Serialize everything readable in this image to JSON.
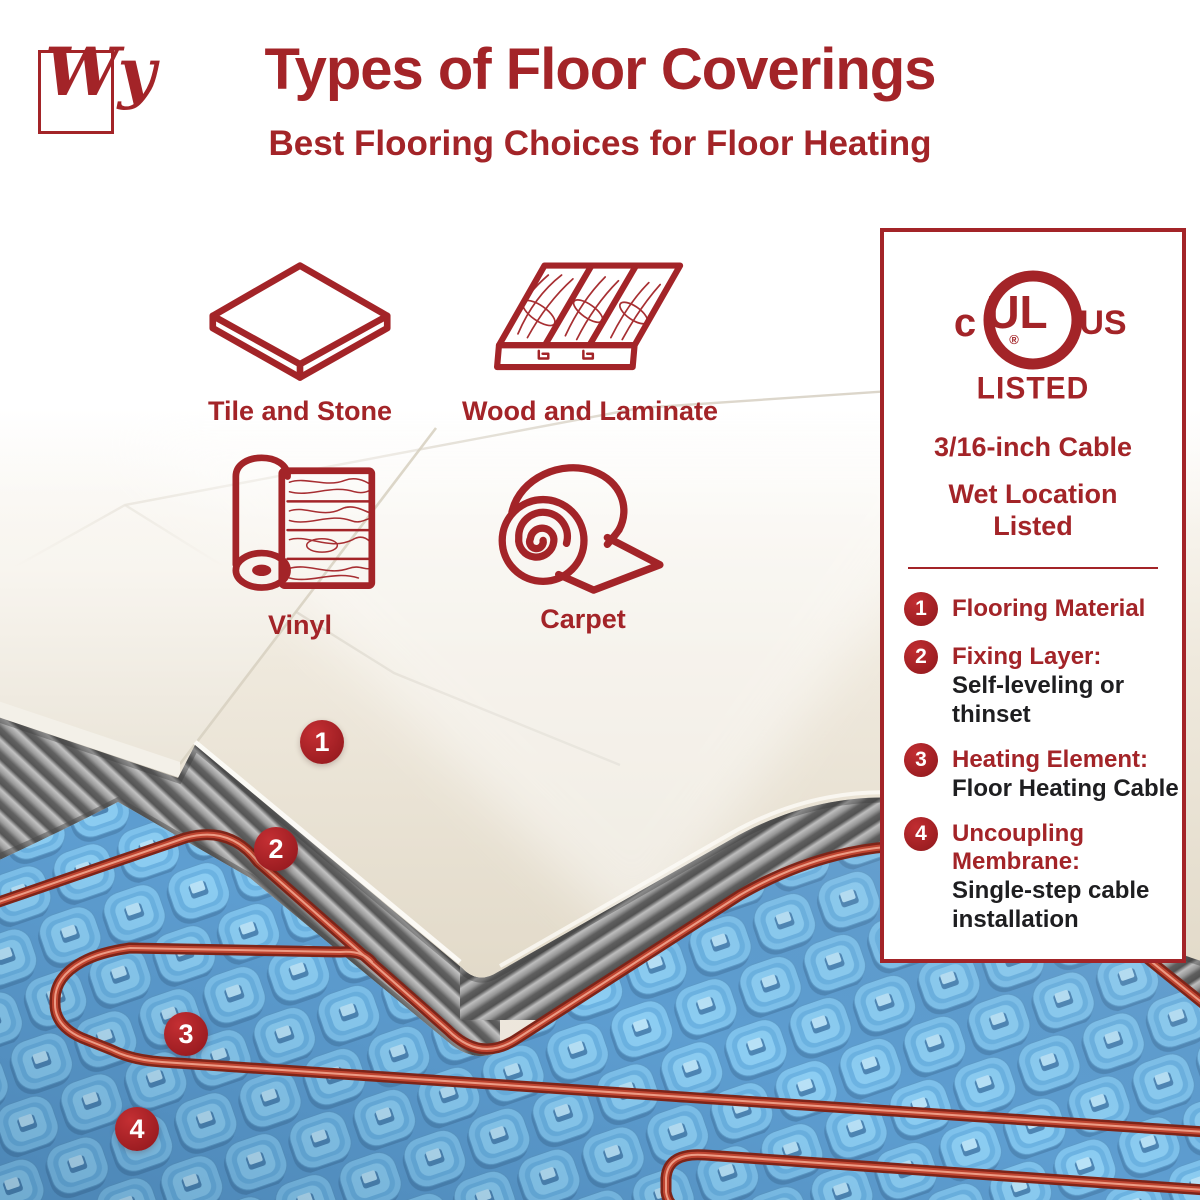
{
  "brand": {
    "logo": "Wy"
  },
  "header": {
    "title": "Types of Floor Coverings",
    "subtitle": "Best Flooring Choices for Floor Heating"
  },
  "flooring_types": [
    {
      "icon": "tile-stone-icon",
      "label": "Tile and Stone"
    },
    {
      "icon": "wood-laminate-icon",
      "label": "Wood and Laminate"
    },
    {
      "icon": "vinyl-icon",
      "label": "Vinyl"
    },
    {
      "icon": "carpet-icon",
      "label": "Carpet"
    }
  ],
  "panel": {
    "certification": {
      "c": "c",
      "ul": "UL",
      "us": "US",
      "registered": "®",
      "listed": "LISTED"
    },
    "feature_cable": "3/16-inch Cable",
    "feature_wet": "Wet Location Listed",
    "layers": [
      {
        "num": "1",
        "title": "Flooring Material",
        "desc": ""
      },
      {
        "num": "2",
        "title": "Fixing Layer:",
        "desc": "Self-leveling or thinset"
      },
      {
        "num": "3",
        "title": "Heating Element:",
        "desc": "Floor Heating Cable"
      },
      {
        "num": "4",
        "title": "Uncoupling Membrane:",
        "desc": "Single-step cable installation"
      }
    ]
  },
  "markers": [
    "1",
    "2",
    "3",
    "4"
  ],
  "colors": {
    "red": "#a32428",
    "marker-red": "#a92025",
    "black": "#1e1e20",
    "membrane-blue": "#5e9ed1",
    "stud-blue": "#7fc2ec",
    "cable-red": "#b23a28",
    "thinset-gray": "#8a8a8a",
    "tile-beige": "#e9e2d4"
  }
}
